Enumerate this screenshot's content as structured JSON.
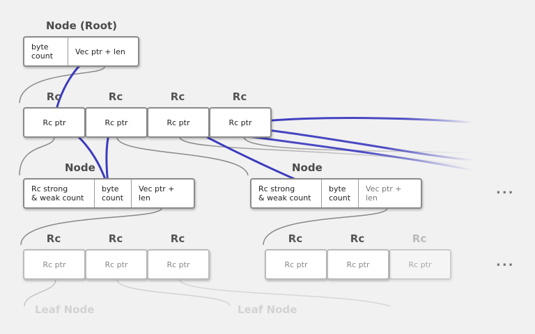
{
  "root": {
    "title": "Node (Root)",
    "cell_byte_count": "byte\ncount",
    "cell_vec": "Vec ptr + len"
  },
  "rc_label": "Rc",
  "rc_ptr": "Rc ptr",
  "node_title": "Node",
  "node_cells": {
    "strong_weak": "Rc strong\n& weak count",
    "byte_count": "byte\ncount",
    "vec": "Vec ptr + len"
  },
  "leaf_title": "Leaf Node",
  "ellipsis": "...",
  "colors": {
    "pointer": "#3b3bbf",
    "border": "#8a8a8a"
  }
}
